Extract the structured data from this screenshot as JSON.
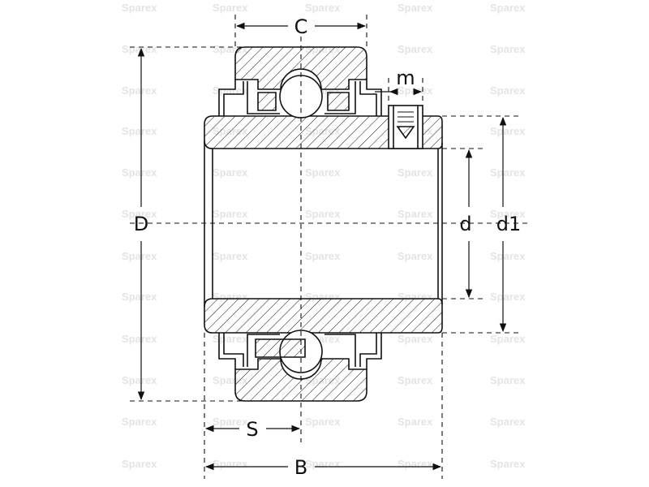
{
  "watermark": "Sparex",
  "labels": {
    "C": "C",
    "m": "m",
    "D": "D",
    "d": "d",
    "d1": "d1",
    "S": "S",
    "B": "B"
  },
  "colors": {
    "line": "#111111",
    "watermark": "#e4e4e4",
    "background": "#ffffff"
  }
}
